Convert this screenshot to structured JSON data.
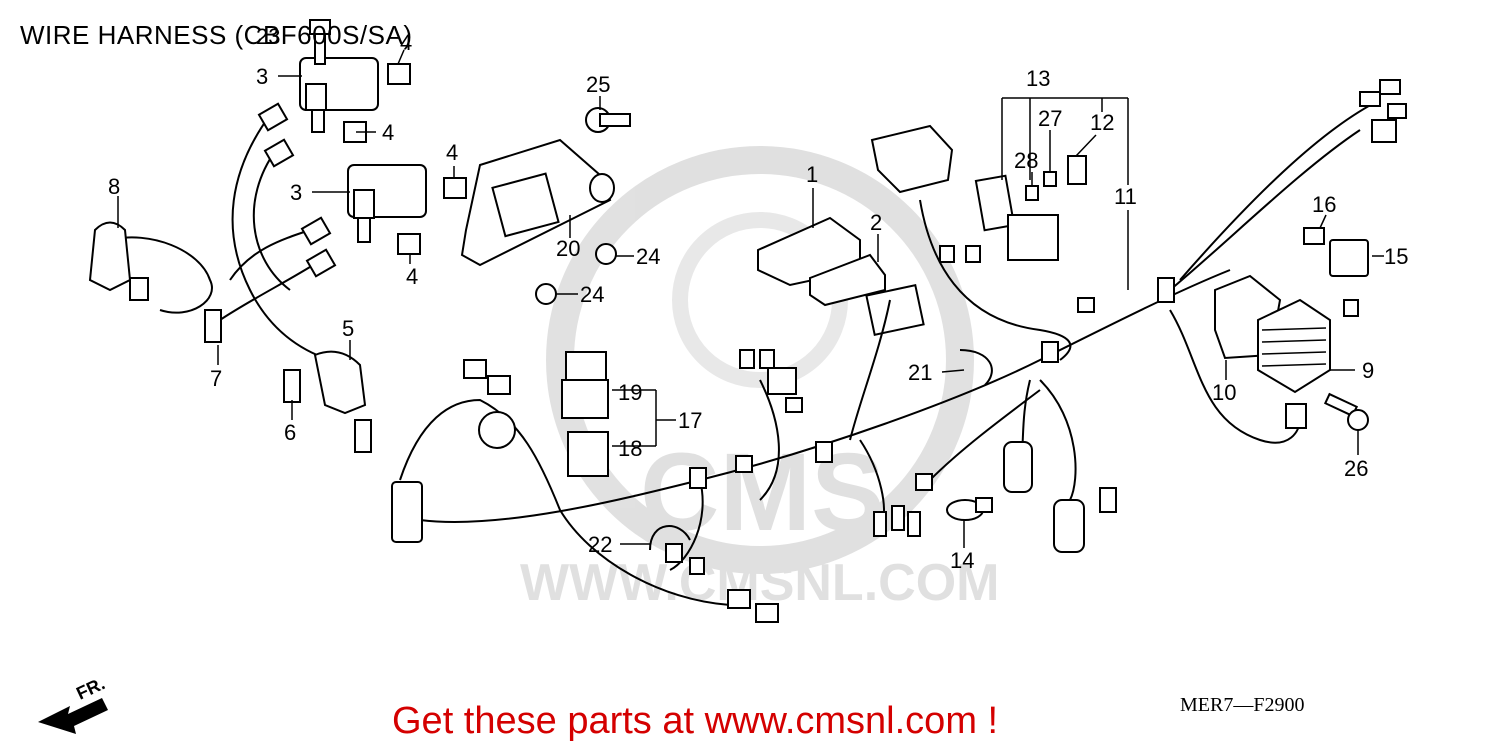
{
  "title": "WIRE HARNESS (CBF600S/SA)",
  "diagram_code": "MER7—F2900",
  "footer_link": "Get these parts at www.cmsnl.com !",
  "direction_label": "FR.",
  "watermark": {
    "logo_text": "CMS",
    "url_text": "WWW.CMSNL.COM",
    "color": "#c8c8c8"
  },
  "accent_color": "#d40000",
  "callouts": {
    "c1": "1",
    "c2": "2",
    "c3a": "3",
    "c3b": "3",
    "c4a": "4",
    "c4b": "4",
    "c4c": "4",
    "c4d": "4",
    "c5": "5",
    "c6": "6",
    "c7": "7",
    "c8": "8",
    "c9": "9",
    "c10": "10",
    "c11": "11",
    "c12": "12",
    "c13": "13",
    "c14": "14",
    "c15": "15",
    "c16": "16",
    "c17": "17",
    "c18": "18",
    "c19": "19",
    "c20": "20",
    "c21": "21",
    "c22": "22",
    "c23": "23",
    "c24a": "24",
    "c24b": "24",
    "c25": "25",
    "c26": "26",
    "c27": "27",
    "c28": "28"
  }
}
